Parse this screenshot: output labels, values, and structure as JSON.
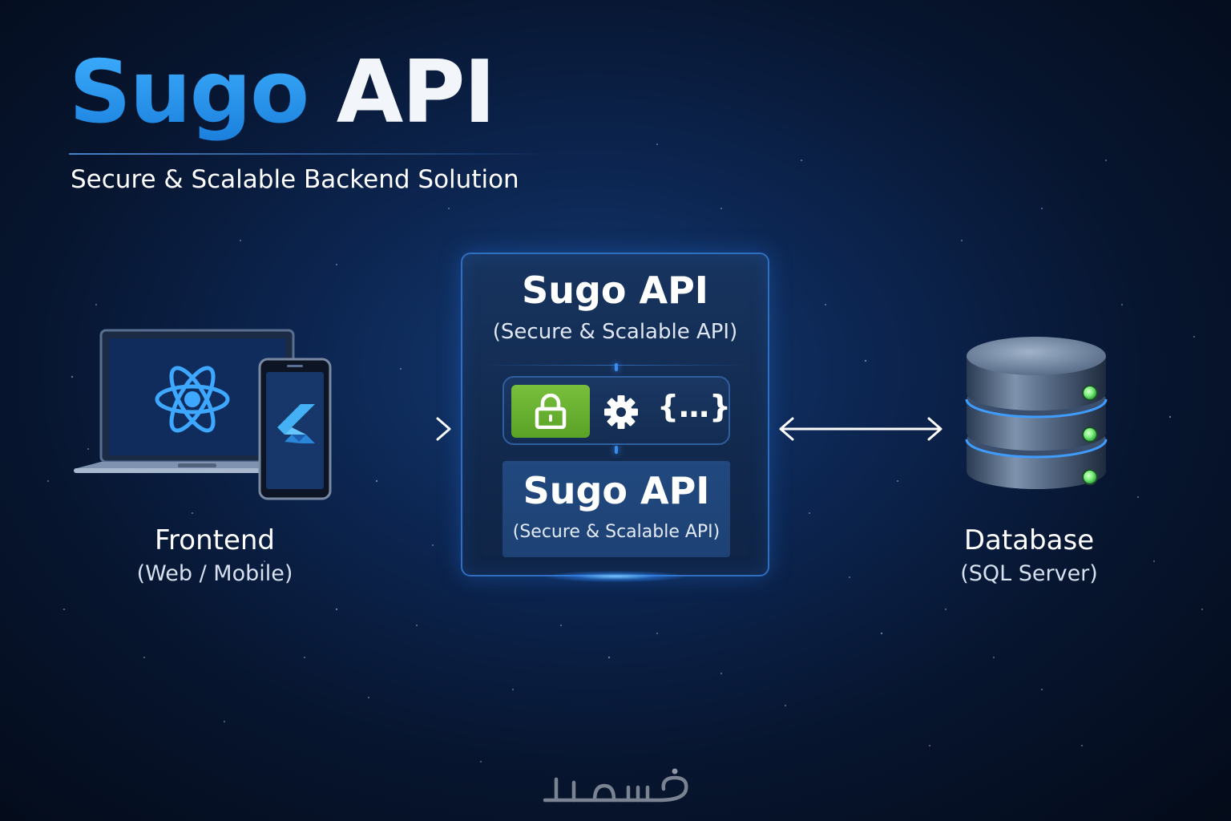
{
  "header": {
    "title_brand": "Sugo",
    "title_rest": "API",
    "subtitle": "Secure & Scalable Backend Solution"
  },
  "frontend": {
    "label": "Frontend",
    "sublabel": "(Web / Mobile)",
    "icons": [
      "laptop-icon",
      "react-logo-icon",
      "phone-icon",
      "flutter-logo-icon"
    ]
  },
  "api": {
    "title": "Sugo API",
    "subtitle": "(Secure & Scalable API)",
    "tools": {
      "icons": [
        "lock-icon",
        "gear-icon",
        "braces-icon"
      ],
      "braces_text": "{…}"
    },
    "inner": {
      "title": "Sugo API",
      "subtitle": "(Secure & Scalable API)"
    }
  },
  "database": {
    "label": "Database",
    "sublabel": "(SQL Server)"
  },
  "connections": [
    {
      "from": "Frontend",
      "to": "Sugo API",
      "direction": "one-way"
    },
    {
      "from": "Sugo API",
      "to": "Database",
      "direction": "two-way"
    }
  ],
  "watermark": {
    "text": "خمسات"
  },
  "colors": {
    "accent_blue": "#2e9bf0",
    "background": "#07152f",
    "lock_green": "#6bb332",
    "status_green": "#7cf07c"
  }
}
